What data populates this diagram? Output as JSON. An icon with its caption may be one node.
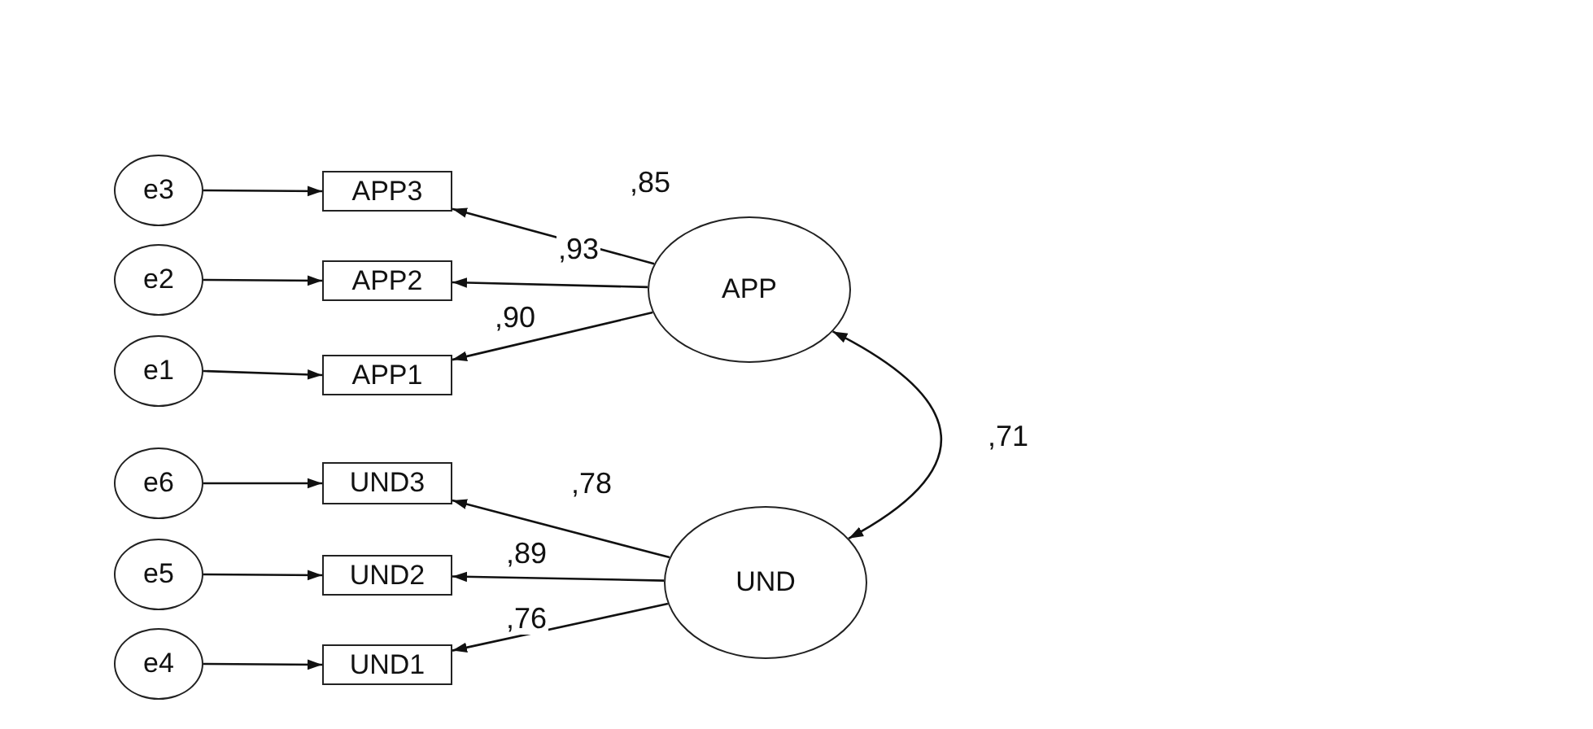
{
  "diagram": {
    "nodes": [
      {
        "text": [
          "e3"
        ]
      },
      {
        "text": [
          "e2"
        ]
      },
      {
        "text": [
          "e1"
        ]
      },
      {
        "text": [
          "e6"
        ]
      },
      {
        "text": [
          "e5"
        ]
      },
      {
        "text": [
          "e4"
        ]
      },
      {
        "text": [
          "APP3"
        ]
      },
      {
        "text": [
          "APP2"
        ]
      },
      {
        "text": [
          "APP1"
        ]
      },
      {
        "text": [
          "UND3"
        ]
      },
      {
        "text": [
          "UND2"
        ]
      },
      {
        "text": [
          "UND1"
        ]
      },
      {
        "text": [
          "APP"
        ]
      },
      {
        "text": [
          "UND"
        ]
      }
    ],
    "edges": [
      {
        "from": 0,
        "to": 6,
        "arrow": "to"
      },
      {
        "from": 1,
        "to": 7,
        "arrow": "to"
      },
      {
        "from": 2,
        "to": 8,
        "arrow": "to"
      },
      {
        "from": 3,
        "to": 9,
        "arrow": "to"
      },
      {
        "from": 4,
        "to": 10,
        "arrow": "to"
      },
      {
        "from": 5,
        "to": 11,
        "arrow": "to"
      },
      {
        "from": 12,
        "to": 6,
        "arrow": "to",
        "label": ",85"
      },
      {
        "from": 12,
        "to": 7,
        "arrow": "to",
        "label": ",93"
      },
      {
        "from": 12,
        "to": 8,
        "arrow": "to",
        "label": ",90"
      },
      {
        "from": 13,
        "to": 9,
        "arrow": "to",
        "label": ",78"
      },
      {
        "from": 13,
        "to": 10,
        "arrow": "to",
        "label": ",89"
      },
      {
        "from": 13,
        "to": 11,
        "arrow": "to",
        "label": ",76"
      },
      {
        "from": 12,
        "to": 13,
        "arrow": "both",
        "label": ",71"
      }
    ]
  }
}
